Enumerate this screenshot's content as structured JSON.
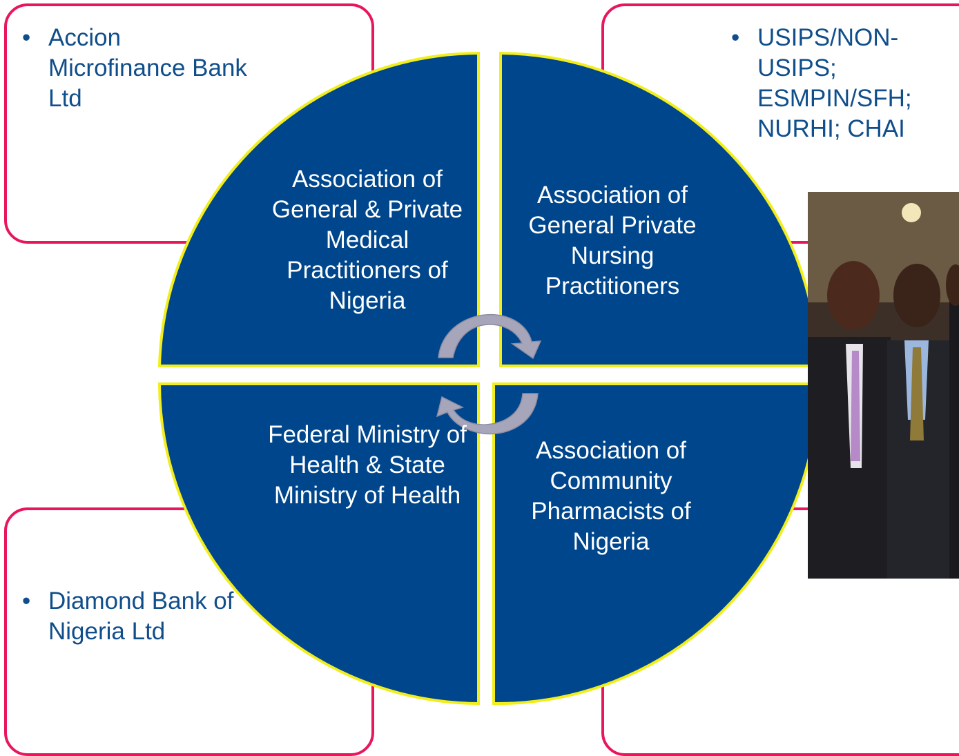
{
  "boxes": {
    "top_left": {
      "items": [
        "Accion Microfinance Bank Ltd"
      ]
    },
    "top_right": {
      "items": [
        "USIPS/NON-USIPS; ESMPIN/SFH; NURHI; CHAI"
      ]
    },
    "bottom_left": {
      "items": [
        "Diamond Bank of Nigeria Ltd"
      ]
    }
  },
  "quadrants": {
    "top_left": "Association of General & Private Medical Practitioners of Nigeria",
    "top_right": "Association of General Private Nursing Practitioners",
    "bottom_left": "Federal Ministry of Health & State Ministry of Health",
    "bottom_right": "Association of Community Pharmacists of Nigeria"
  },
  "colors": {
    "quadrant_fill": "#00468c",
    "quadrant_border": "#f2ee1c",
    "box_border": "#e8175d",
    "text_blue": "#104e8b",
    "arrow_fill": "#a7a5b9"
  },
  "icons": {
    "cycle_arrows": "circular-arrows-icon",
    "photo": "group-photo-of-three-men-in-suits"
  }
}
